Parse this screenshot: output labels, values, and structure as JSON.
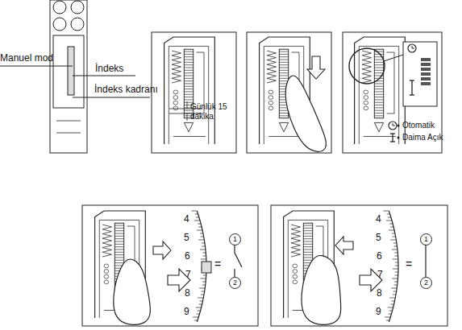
{
  "diagram": {
    "nodes": [
      {
        "text": [
          "1"
        ]
      },
      {
        "text": [
          "2"
        ]
      },
      {
        "text": [
          "1"
        ]
      },
      {
        "text": [
          "2"
        ]
      }
    ],
    "labels": [
      "Manuel mod",
      "İndeks",
      "İndeks kadranı",
      "Günlük 15 dakika",
      "Otomatik",
      "Daima Açık",
      "4",
      "5",
      "6",
      "7",
      "8",
      "9",
      "=",
      "4",
      "5",
      "6",
      "7",
      "8",
      "9",
      "="
    ]
  }
}
